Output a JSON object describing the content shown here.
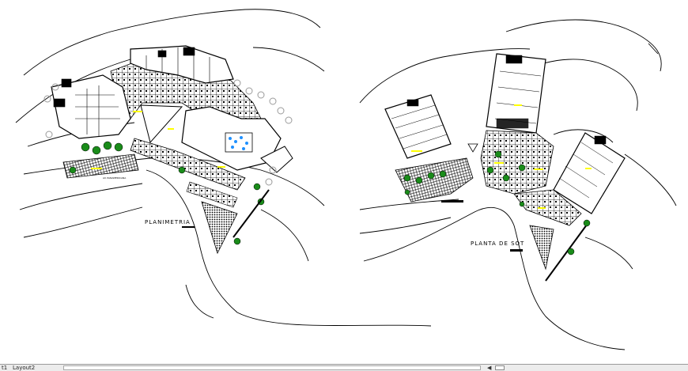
{
  "drawing": {
    "label_left": "PLANIMETRIA",
    "label_right": "PLANTA DE SOT",
    "road_label": "AV. PANAMERICANA"
  },
  "statusbar": {
    "tab_1": "t1",
    "tab_2": "Layout2"
  },
  "colors": {
    "background": "#ffffff",
    "linework": "#000000",
    "annotation": "#ffff00",
    "pool": "#1e90ff",
    "tree": "#1a8c1a"
  }
}
